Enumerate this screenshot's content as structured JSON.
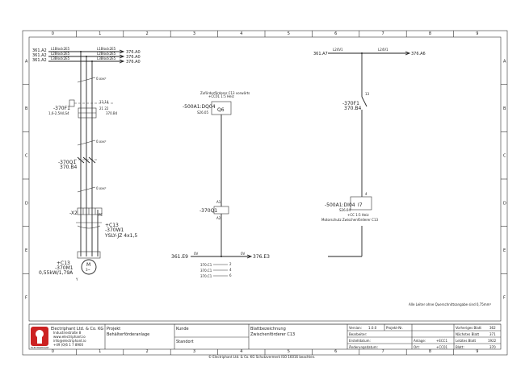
{
  "columns": [
    "0",
    "1",
    "2",
    "3",
    "4",
    "5",
    "6",
    "7",
    "8",
    "9"
  ],
  "rows": [
    "A",
    "B",
    "C",
    "D",
    "E",
    "F"
  ],
  "colors": {
    "wire": "#222222",
    "dashed": "#444444",
    "logo_red": "#cc2222"
  },
  "top_left_refs": [
    {
      "ref": "361.A2",
      "label": "L1Block2E5",
      "target": "376.A0"
    },
    {
      "ref": "361.A2",
      "label": "L2Block2E5",
      "target": "376.A0"
    },
    {
      "ref": "361.A2",
      "label": "L3Block2E5",
      "target": "376.A0"
    }
  ],
  "wire_labels": [
    "L1Block2E5",
    "L2Block2E5",
    "L3Block2E5"
  ],
  "top_right": {
    "ref": "361.A7",
    "label_left": "L24V1",
    "label_right": "L24V1",
    "target": "376.A6"
  },
  "breaker": {
    "tag": "-370F1",
    "type": "1,6-2,5A/LS4"
  },
  "contactor": {
    "tag": "-370Q1",
    "ref": "370.B4"
  },
  "terminal": {
    "tag": "-X2"
  },
  "cable": {
    "tag": "+C13",
    "name": "-370W1",
    "spec": "YSLY-JZ 4x1,5"
  },
  "motor": {
    "tag": "+C13",
    "name": "-370M1",
    "rating": "0,55kW/1,79A"
  },
  "module_q6": {
    "title": "Zuförderförderer C13 vorwärts",
    "tag": "-500A1:DQ04",
    "box": "Q6"
  },
  "module_i7": {
    "tag": "-500A1:DI04",
    "box": "I7",
    "desc": "Motorschutz Zwischenförderer C13"
  },
  "relay_a1": {
    "tag": "-370Q1"
  },
  "f_contact": {
    "tag": "-370F1",
    "ref": "370.B4",
    "pin": "13",
    "pin_b": "4"
  },
  "bottom_ref": {
    "ref": "361.E9",
    "label_left": "0V",
    "label_right": "0V",
    "target": "376.E3"
  },
  "contact_list": [
    "370.C1",
    "370.C1",
    "370.C1"
  ],
  "note": "Alle Leiter ohne Querschnittsangabe sind  0,75mm²",
  "title_block": {
    "company": "Electriphant Ltd. & Co. KG",
    "company_lines": [
      "Industriestraße 8",
      "www.electriphant.io",
      "info@electriphant.io",
      "+49 (0)6 1 7 8900"
    ],
    "logo_text": "ELECTRIPHANT",
    "project_label": "Projekt",
    "project_value": "Behälterförderanlage",
    "customer_label": "Kunde",
    "location_label": "Standort",
    "sheet_label": "Blattbezeichnung",
    "sheet_value": "Zwischenförderer C13",
    "version_label": "Version:",
    "version_value": "1.0.0",
    "projno_label": "Projekt-Nr.",
    "author_label": "Bearbeiter:",
    "created_label": "Erstelldatum:",
    "modified_label": "Änderungsdatum:",
    "plant_label": "Anlage:",
    "plant_value": "+ECC1",
    "place_label": "Ort:",
    "place_value": "+CC01",
    "sheet_no_label": "Blatt:",
    "sheet_no_value": "370",
    "prev_label": "Vorheriges Blatt",
    "prev_value": "362",
    "next_label": "Nächstes Blatt",
    "next_value": "371",
    "total_label": "Letztes Blatt",
    "total_value": "1922"
  },
  "footer": "© Electriphant Ltd. & Co. KG Schutzvermerk ISO 16016 beachten."
}
